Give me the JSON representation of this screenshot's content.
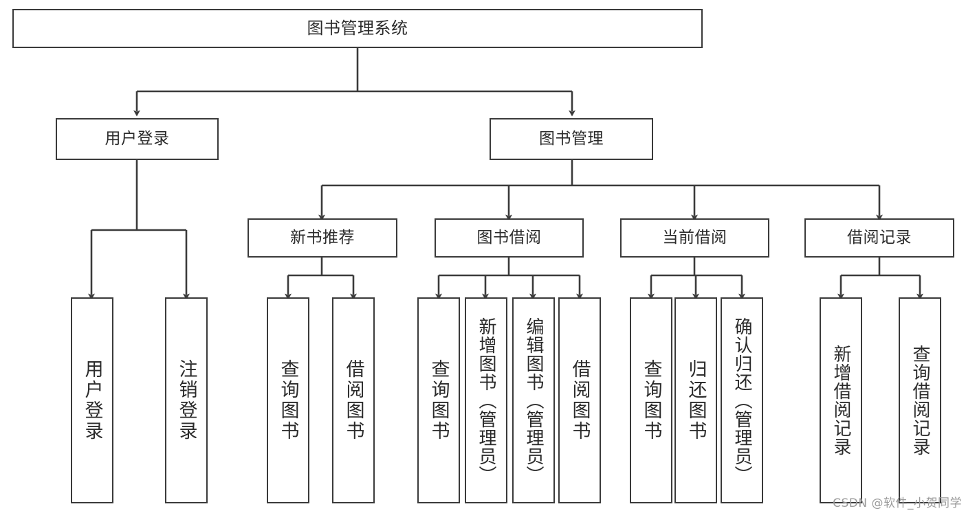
{
  "diagram": {
    "type": "tree",
    "title": "图书管理系统",
    "orientation": "top-down",
    "colors": {
      "border": "#3a3a3a",
      "text": "#2b2b2b",
      "background": "#ffffff",
      "edge": "#3a3a3a",
      "watermark": "#9a9a9a"
    },
    "nodes": {
      "root": {
        "label": "图书管理系统"
      },
      "level1": [
        {
          "id": "user-login",
          "label": "用户登录"
        },
        {
          "id": "book-manage",
          "label": "图书管理"
        }
      ],
      "level2": [
        {
          "id": "new-book-recommend",
          "label": "新书推荐",
          "parent": "book-manage"
        },
        {
          "id": "book-borrow",
          "label": "图书借阅",
          "parent": "book-manage"
        },
        {
          "id": "current-borrow",
          "label": "当前借阅",
          "parent": "book-manage"
        },
        {
          "id": "borrow-record",
          "label": "借阅记录",
          "parent": "book-manage"
        }
      ],
      "leaves": [
        {
          "id": "leaf-user-login",
          "label": "用户登录",
          "parent": "user-login"
        },
        {
          "id": "leaf-logout",
          "label": "注销登录",
          "parent": "user-login"
        },
        {
          "id": "leaf-query-book-1",
          "label": "查询图书",
          "parent": "new-book-recommend"
        },
        {
          "id": "leaf-borrow-book-1",
          "label": "借阅图书",
          "parent": "new-book-recommend"
        },
        {
          "id": "leaf-query-book-2",
          "label": "查询图书",
          "parent": "book-borrow"
        },
        {
          "id": "leaf-add-book",
          "label": "新增图书（管理员）",
          "parent": "book-borrow"
        },
        {
          "id": "leaf-edit-book",
          "label": "编辑图书（管理员）",
          "parent": "book-borrow"
        },
        {
          "id": "leaf-borrow-book-2",
          "label": "借阅图书",
          "parent": "book-borrow"
        },
        {
          "id": "leaf-query-book-3",
          "label": "查询图书",
          "parent": "current-borrow"
        },
        {
          "id": "leaf-return-book",
          "label": "归还图书",
          "parent": "current-borrow"
        },
        {
          "id": "leaf-confirm-return",
          "label": "确认归还（管理员）",
          "parent": "current-borrow"
        },
        {
          "id": "leaf-add-record",
          "label": "新增借阅记录",
          "parent": "borrow-record"
        },
        {
          "id": "leaf-query-record",
          "label": "查询借阅记录",
          "parent": "borrow-record"
        }
      ]
    }
  },
  "watermark": {
    "text": "CSDN @软件_小贺同学"
  }
}
